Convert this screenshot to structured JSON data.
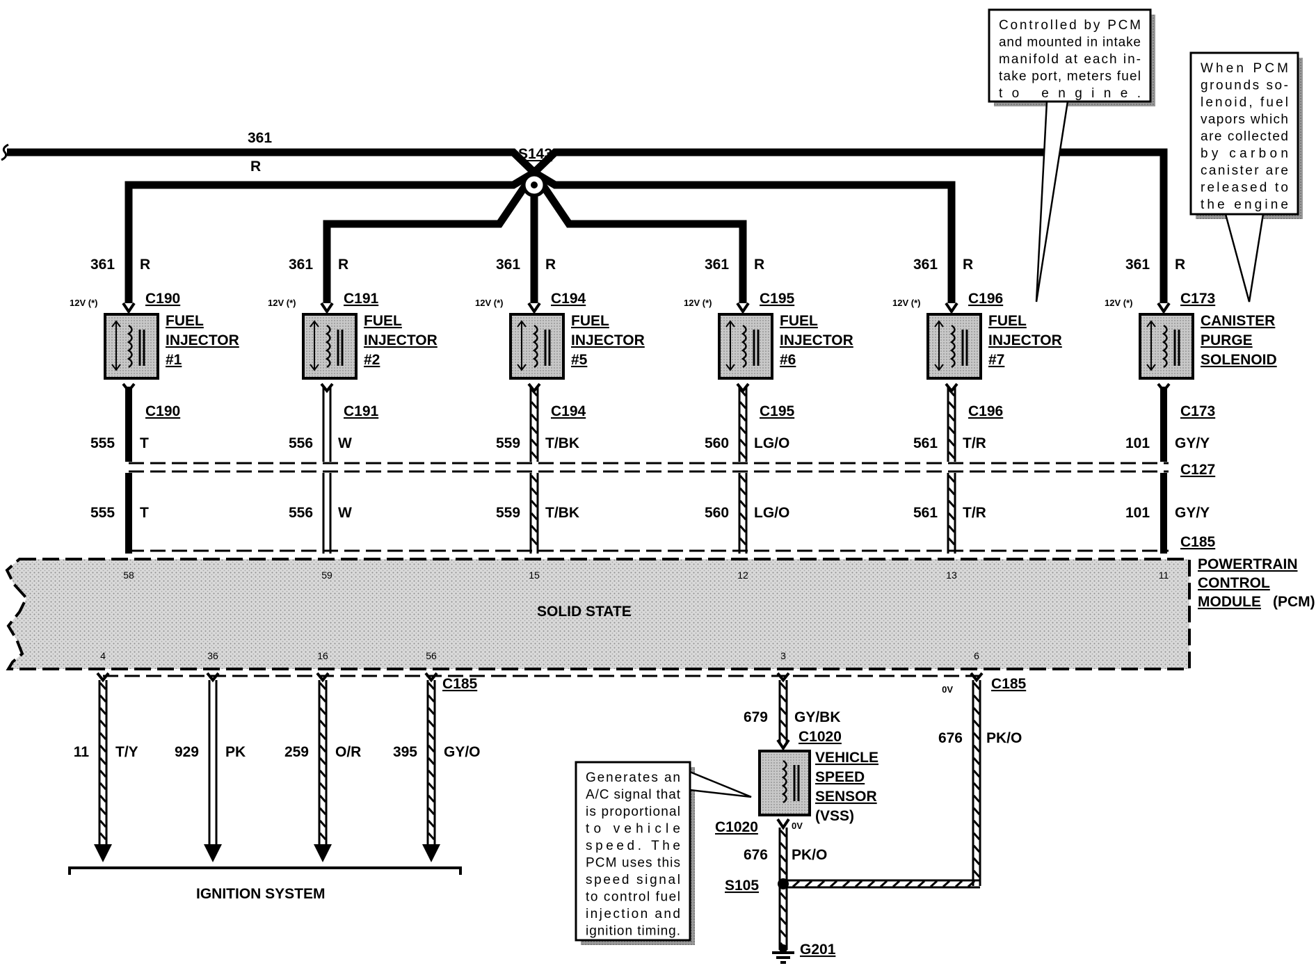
{
  "diagram": {
    "feed": {
      "wire_number": "361",
      "wire_color": "R",
      "splice": "S143"
    },
    "devices": [
      {
        "id": "inj1",
        "upper_wire": "361",
        "upper_color": "R",
        "voltage": "12V (*)",
        "connector": "C190",
        "name_lines": [
          "FUEL",
          "INJECTOR",
          "#1"
        ],
        "lower_connector": "C190",
        "circuit": "555",
        "color": "T",
        "circuit_lower": "555",
        "color_lower": "T",
        "pin": "58"
      },
      {
        "id": "inj2",
        "upper_wire": "361",
        "upper_color": "R",
        "voltage": "12V (*)",
        "connector": "C191",
        "name_lines": [
          "FUEL",
          "INJECTOR",
          "#2"
        ],
        "lower_connector": "C191",
        "circuit": "556",
        "color": "W",
        "circuit_lower": "556",
        "color_lower": "W",
        "pin": "59"
      },
      {
        "id": "inj5",
        "upper_wire": "361",
        "upper_color": "R",
        "voltage": "12V (*)",
        "connector": "C194",
        "name_lines": [
          "FUEL",
          "INJECTOR",
          "#5"
        ],
        "lower_connector": "C194",
        "circuit": "559",
        "color": "T/BK",
        "circuit_lower": "559",
        "color_lower": "T/BK",
        "pin": "15"
      },
      {
        "id": "inj6",
        "upper_wire": "361",
        "upper_color": "R",
        "voltage": "12V (*)",
        "connector": "C195",
        "name_lines": [
          "FUEL",
          "INJECTOR",
          "#6"
        ],
        "lower_connector": "C195",
        "circuit": "560",
        "color": "LG/O",
        "circuit_lower": "560",
        "color_lower": "LG/O",
        "pin": "12"
      },
      {
        "id": "inj7",
        "upper_wire": "361",
        "upper_color": "R",
        "voltage": "12V (*)",
        "connector": "C196",
        "name_lines": [
          "FUEL",
          "INJECTOR",
          "#7"
        ],
        "lower_connector": "C196",
        "circuit": "561",
        "color": "T/R",
        "circuit_lower": "561",
        "color_lower": "T/R",
        "pin": "13"
      },
      {
        "id": "canister",
        "upper_wire": "361",
        "upper_color": "R",
        "voltage": "12V (*)",
        "connector": "C173",
        "name_lines": [
          "CANISTER",
          "PURGE",
          "SOLENOID"
        ],
        "lower_connector": "C173",
        "circuit": "101",
        "color": "GY/Y",
        "circuit_lower": "101",
        "color_lower": "GY/Y",
        "pin": "11"
      }
    ],
    "inline_connector": "C127",
    "pcm_connector": "C185",
    "pcm": {
      "name_lines": [
        "POWERTRAIN",
        "CONTROL",
        "MODULE"
      ],
      "name_suffix": "(PCM)",
      "body_text": "SOLID STATE",
      "bottom_pins": [
        "4",
        "36",
        "16",
        "56",
        "3",
        "6"
      ],
      "bottom_connector": "C185",
      "bottom_connector_right": "C185"
    },
    "ignition_wires": [
      {
        "circuit": "11",
        "color": "T/Y"
      },
      {
        "circuit": "929",
        "color": "PK"
      },
      {
        "circuit": "259",
        "color": "O/R"
      },
      {
        "circuit": "395",
        "color": "GY/O"
      }
    ],
    "ignition_label": "IGNITION SYSTEM",
    "vss": {
      "upper_circuit": "679",
      "upper_color": "GY/BK",
      "connector_top": "C1020",
      "name_lines": [
        "VEHICLE",
        "SPEED",
        "SENSOR"
      ],
      "abbr": "(VSS)",
      "connector_bottom": "C1020",
      "voltage_bottom": "0V",
      "lower_circuit": "676",
      "lower_color": "PK/O",
      "return_circuit": "676",
      "return_color": "PK/O",
      "return_voltage": "0V",
      "splice": "S105",
      "ground": "G201"
    },
    "notes": {
      "injector": [
        "Controlled by PCM",
        "and mounted in intake",
        "manifold at each in-",
        "take port, meters fuel",
        "to engine."
      ],
      "canister": [
        "When PCM",
        "grounds so-",
        "lenoid, fuel",
        "vapors which",
        "are collected",
        "by carbon",
        "canister are",
        "released to",
        "the engine"
      ],
      "vss": [
        "Generates an",
        "A/C signal that",
        "is proportional",
        "to vehicle",
        "speed. The",
        "PCM uses this",
        "speed signal",
        "to control fuel",
        "injection and",
        "ignition timing."
      ]
    }
  }
}
